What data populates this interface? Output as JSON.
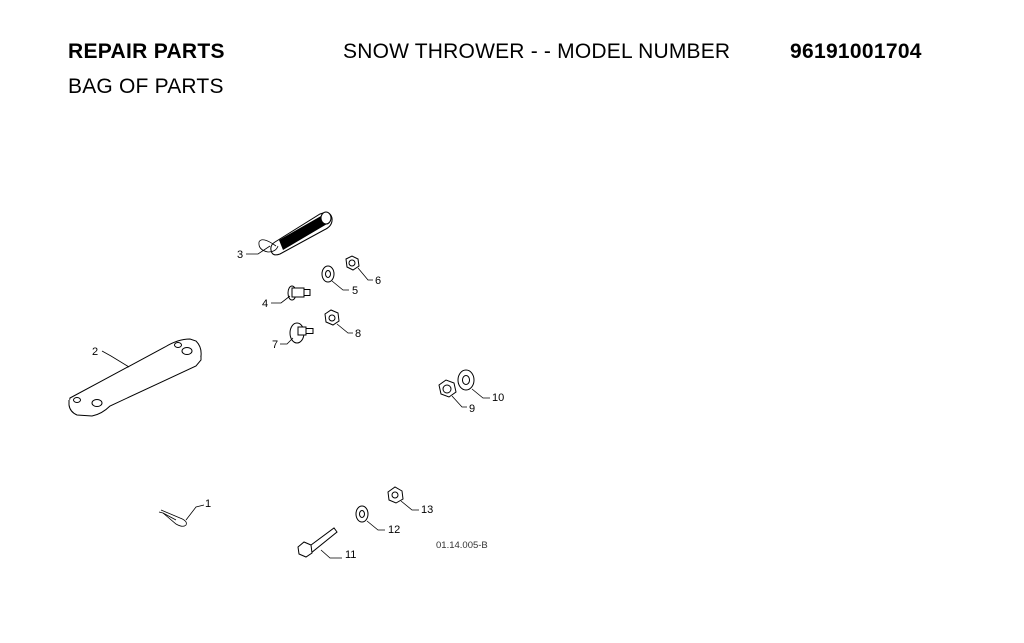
{
  "header": {
    "repair_parts": "REPAIR PARTS",
    "product_title": "SNOW THROWER - - MODEL NUMBER",
    "model_number": "96191001704",
    "section_title": "BAG OF PARTS"
  },
  "diagram": {
    "drawing_code": "01.14.005-B",
    "callouts": [
      "1",
      "2",
      "3",
      "4",
      "5",
      "6",
      "7",
      "8",
      "9",
      "10",
      "11",
      "12",
      "13"
    ],
    "parts": [
      {
        "ref": "1",
        "icon": "hairpin-clip-icon"
      },
      {
        "ref": "2",
        "icon": "link-plate-icon"
      },
      {
        "ref": "3",
        "icon": "extension-spring-icon"
      },
      {
        "ref": "4",
        "icon": "shoulder-bolt-icon"
      },
      {
        "ref": "5",
        "icon": "flat-washer-icon"
      },
      {
        "ref": "6",
        "icon": "hex-nut-icon"
      },
      {
        "ref": "7",
        "icon": "carriage-bolt-icon"
      },
      {
        "ref": "8",
        "icon": "hex-nut-icon"
      },
      {
        "ref": "9",
        "icon": "hex-nut-icon"
      },
      {
        "ref": "10",
        "icon": "flat-washer-icon"
      },
      {
        "ref": "11",
        "icon": "hex-bolt-icon"
      },
      {
        "ref": "12",
        "icon": "flat-washer-icon"
      },
      {
        "ref": "13",
        "icon": "lock-nut-icon"
      }
    ]
  }
}
